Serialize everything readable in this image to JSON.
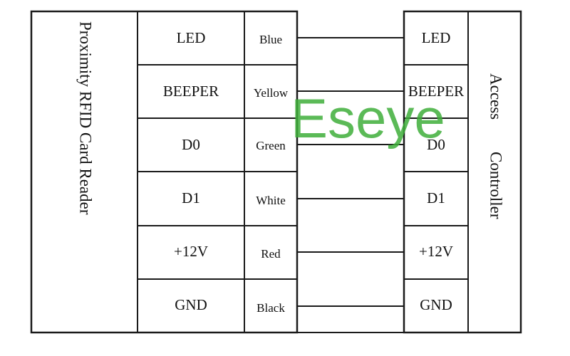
{
  "reader": {
    "title": "Proximity RFID Card Reader",
    "pins": [
      "LED",
      "BEEPER",
      "D0",
      "D1",
      "+12V",
      "GND"
    ]
  },
  "wires": [
    "Blue",
    "Yellow",
    "Green",
    "White",
    "Red",
    "Black"
  ],
  "controller": {
    "title": "Access Controller",
    "title_words": [
      "Access",
      "Controller"
    ],
    "pins": [
      "LED",
      "BEEPER",
      "D0",
      "D1",
      "+12V",
      "GND"
    ]
  },
  "watermark": "Eseye",
  "colors": {
    "lines": "#1a1a1a",
    "watermark": "#3fae3a"
  }
}
